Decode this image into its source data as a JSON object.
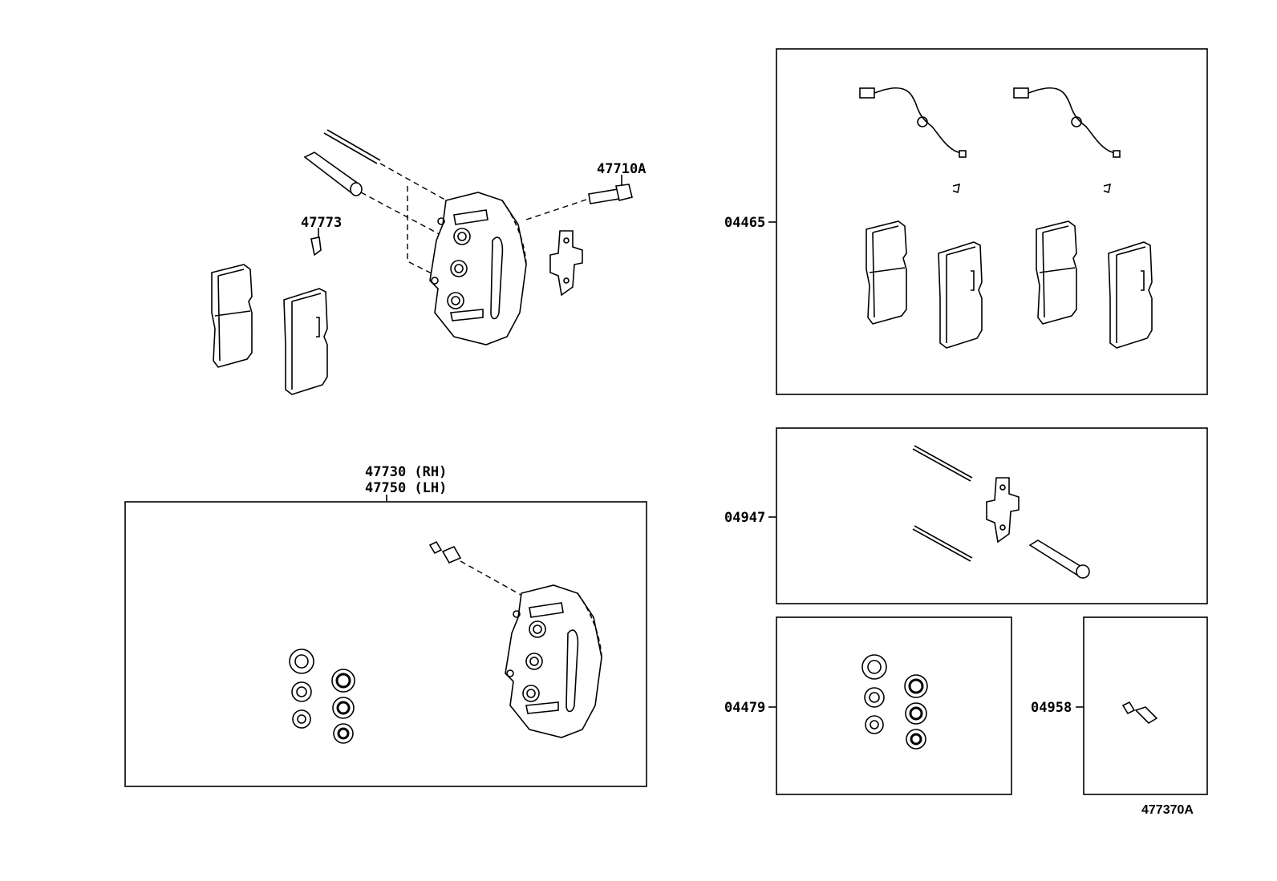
{
  "diagram": {
    "reference_code": "477370A",
    "callouts": {
      "bolt": "47710A",
      "clip": "47773",
      "caliper_rh": "47730 (RH)",
      "caliper_lh": "47750 (LH)",
      "pad_kit": "04465",
      "support_kit": "04947",
      "cylinder_kit": "04479",
      "bleeder_kit": "04958"
    }
  }
}
